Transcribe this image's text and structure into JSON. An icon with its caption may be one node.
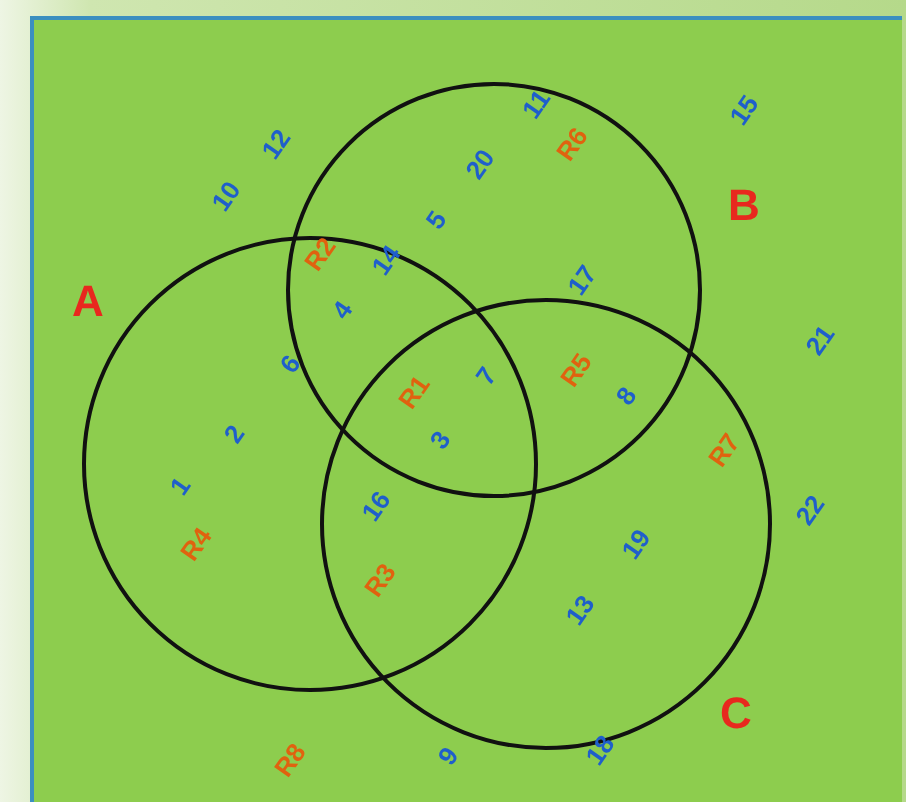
{
  "diagram": {
    "nodes": [
      {
        "text": [
          "A"
        ]
      },
      {
        "text": [
          "B"
        ]
      },
      {
        "text": [
          "C"
        ]
      }
    ],
    "labels": [
      "11",
      "15",
      "12",
      "R6",
      "20",
      "10",
      "5",
      "R2",
      "14",
      "17",
      "4",
      "21",
      "6",
      "R5",
      "7",
      "R1",
      "8",
      "2",
      "3",
      "R7",
      "1",
      "16",
      "22",
      "R4",
      "19",
      "R3",
      "13",
      "18",
      "9",
      "R8"
    ]
  }
}
